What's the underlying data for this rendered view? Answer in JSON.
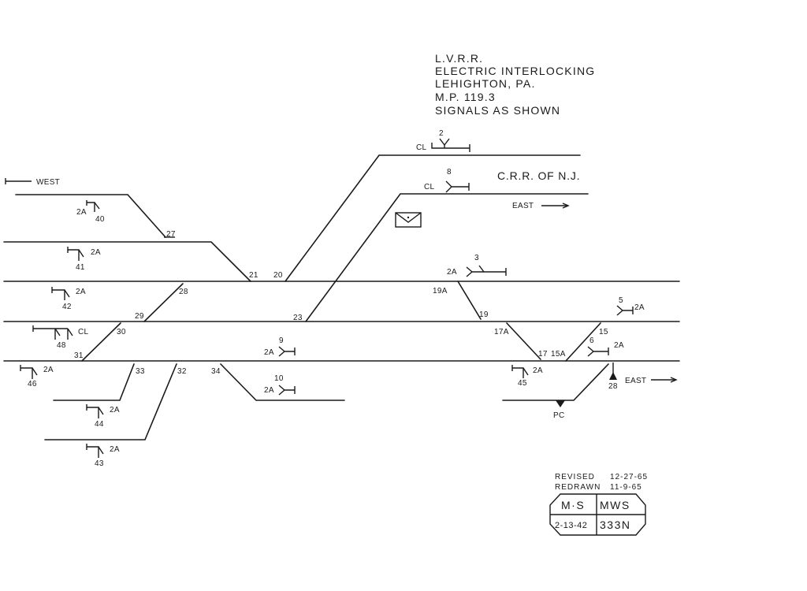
{
  "title_block": {
    "line1": "L.V.R.R.",
    "line2": "ELECTRIC INTERLOCKING",
    "line3": "LEHIGHTON, PA.",
    "line4": "M.P. 119.3",
    "line5": "SIGNALS AS SHOWN"
  },
  "railroad_label": "C.R.R. OF N.J.",
  "direction": {
    "west": "WEST",
    "east_upper": "EAST",
    "east_lower": "EAST"
  },
  "switches": {
    "s27": "27",
    "s21": "21",
    "s20": "20",
    "s28": "28",
    "s29": "29",
    "s23": "23",
    "s30": "30",
    "s31": "31",
    "s33": "33",
    "s32": "32",
    "s34": "34",
    "s19a": "19A",
    "s19": "19",
    "s17a": "17A",
    "s17": "17",
    "s15a": "15A",
    "s15": "15"
  },
  "signals": {
    "sig2": {
      "num": "2",
      "tag": "CL"
    },
    "sig8": {
      "num": "8",
      "tag": "CL"
    },
    "sig3": {
      "num": "3",
      "tag": "2A"
    },
    "sig5": {
      "num": "5",
      "tag": "2A"
    },
    "sig6": {
      "num": "6",
      "tag": "2A"
    },
    "sig9": {
      "num": "9",
      "tag": "2A"
    },
    "sig10": {
      "num": "10",
      "tag": "2A"
    },
    "sig40": {
      "num": "40",
      "tag": "2A"
    },
    "sig41": {
      "num": "41",
      "tag": "2A"
    },
    "sig42": {
      "num": "42",
      "tag": "2A"
    },
    "sig48": {
      "num": "48",
      "tag": "CL"
    },
    "sig46": {
      "num": "46",
      "tag": "2A"
    },
    "sig44": {
      "num": "44",
      "tag": "2A"
    },
    "sig43": {
      "num": "43",
      "tag": "2A"
    },
    "sig45": {
      "num": "45",
      "tag": "2A"
    },
    "sig28": {
      "num": "28"
    }
  },
  "pc_label": "PC",
  "revision": {
    "revised_label": "REVISED",
    "revised_date": "12-27-65",
    "redrawn_label": "REDRAWN",
    "redrawn_date": "11-9-65"
  },
  "drawing_block": {
    "drawn_by": "M·S",
    "checked_by": "MWS",
    "date": "2-13-42",
    "number": "333N"
  }
}
